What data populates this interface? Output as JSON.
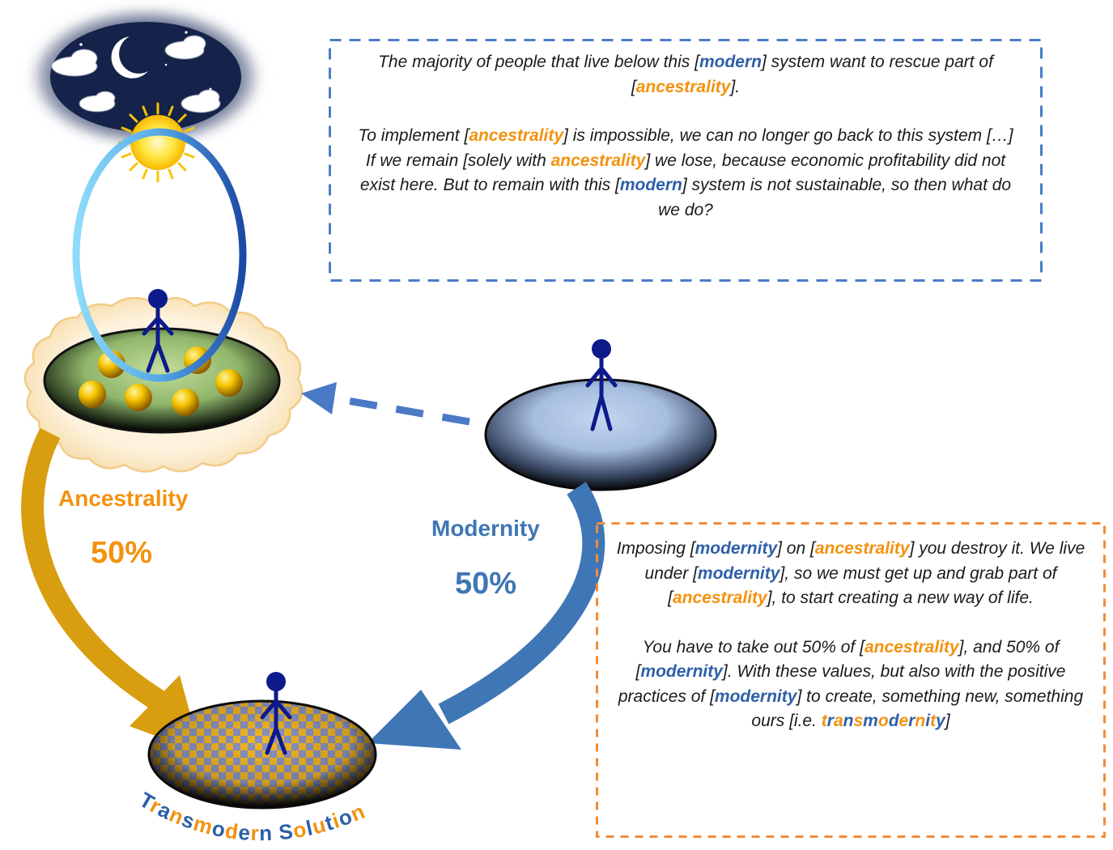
{
  "labels": {
    "ancestrality": "Ancestrality",
    "ancestrality_pct": "50%",
    "modernity": "Modernity",
    "modernity_pct": "50%",
    "transmodern": "Transmodern Solutions"
  },
  "quote_top": {
    "p1": [
      {
        "t": "The majority of people that live below this [",
        "c": "plain"
      },
      {
        "t": "modern",
        "c": "mod"
      },
      {
        "t": "] system want to rescue part of [",
        "c": "plain"
      },
      {
        "t": "ancestrality",
        "c": "anc"
      },
      {
        "t": "].",
        "c": "plain"
      }
    ],
    "p2": [
      {
        "t": "To implement [",
        "c": "plain"
      },
      {
        "t": "ancestrality",
        "c": "anc"
      },
      {
        "t": "] is impossible, we can no longer go back to this system […] If we remain [solely with ",
        "c": "plain"
      },
      {
        "t": "ancestrality",
        "c": "anc"
      },
      {
        "t": "] we lose, because economic profitability did not exist here. But to remain with this [",
        "c": "plain"
      },
      {
        "t": "modern",
        "c": "mod"
      },
      {
        "t": "] system is not sustainable, so then what do we do?",
        "c": "plain"
      }
    ]
  },
  "quote_bottom": {
    "p1": [
      {
        "t": "Imposing [",
        "c": "plain"
      },
      {
        "t": "modernity",
        "c": "mod"
      },
      {
        "t": "] on [",
        "c": "plain"
      },
      {
        "t": "ancestrality",
        "c": "anc"
      },
      {
        "t": "] you destroy it. We live under [",
        "c": "plain"
      },
      {
        "t": "modernity",
        "c": "mod"
      },
      {
        "t": "], so we must get up and grab part of [",
        "c": "plain"
      },
      {
        "t": "ancestrality",
        "c": "anc"
      },
      {
        "t": "], to start creating a new way of life.",
        "c": "plain"
      }
    ],
    "p2": [
      {
        "t": "You have to take out 50% of [",
        "c": "plain"
      },
      {
        "t": "ancestrality",
        "c": "anc"
      },
      {
        "t": "], and 50% of [",
        "c": "plain"
      },
      {
        "t": "modernity",
        "c": "mod"
      },
      {
        "t": "]. With these values, but also with the positive practices of [",
        "c": "plain"
      },
      {
        "t": "modernity",
        "c": "mod"
      },
      {
        "t": "] to create, something new, something ours [i.e. ",
        "c": "plain"
      },
      {
        "t": "transmodernity",
        "c": "trans"
      },
      {
        "t": "]",
        "c": "plain"
      }
    ]
  },
  "colors": {
    "orange": "#f3920f",
    "blue": "#2e5fa8",
    "arrow_gold": "#d89e10",
    "arrow_blue": "#3f76b5",
    "box_blue_border": "#4a7cc7",
    "box_orange_border": "#f28c38"
  }
}
